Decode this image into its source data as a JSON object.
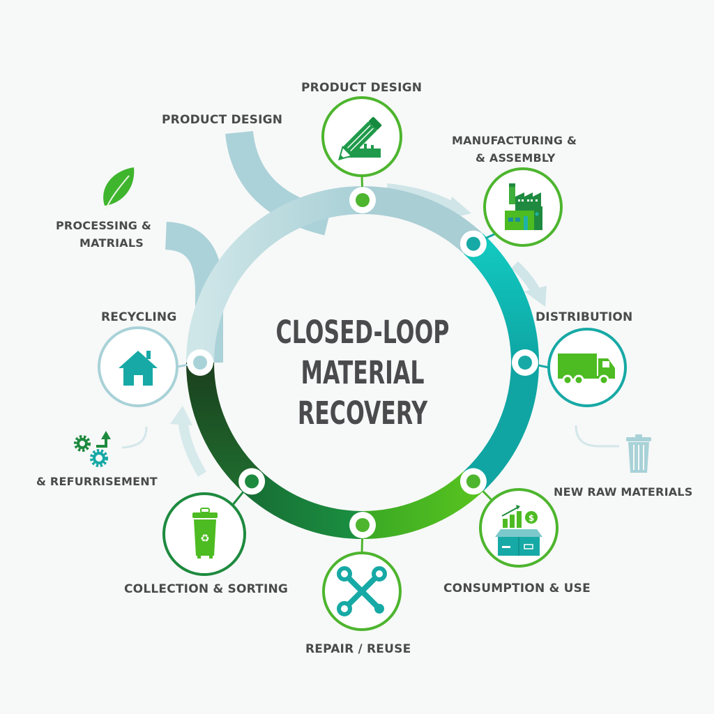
{
  "title": {
    "lines": [
      "CLOSED-LOOP",
      "MATERIAL",
      "RECOVERY"
    ]
  },
  "colors": {
    "background": "#f7f8f8",
    "text": "#4a4a4a",
    "ring_light": "#a9d1d6",
    "ring_teal": "#12c6bd",
    "ring_teal_dark": "#0fa8a5",
    "ring_lime": "#4dbb22",
    "ring_green": "#1e8a3f",
    "ring_dark_green": "#1d4d22",
    "node_green": "#4db52e",
    "node_teal": "#17a9a5",
    "node_pale": "#a8d2d7"
  },
  "stages": [
    {
      "id": "product-design",
      "label": "PRODUCT DESIGN",
      "icon": "pencil-ruler-icon"
    },
    {
      "id": "manufacturing",
      "label_lines": [
        "MANUFACTURING &",
        "& ASSEMBLY"
      ],
      "icon": "factory-icon"
    },
    {
      "id": "distribution",
      "label": "DISTRIBUTION",
      "icon": "truck-icon"
    },
    {
      "id": "consumption",
      "label": "CONSUMPTION & USE",
      "icon": "box-growth-icon"
    },
    {
      "id": "repair",
      "label": "REPAIR / REUSE",
      "icon": "wrenches-icon"
    },
    {
      "id": "collection",
      "label": "COLLECTION & SORTING",
      "icon": "recycle-bin-icon"
    },
    {
      "id": "recycling",
      "label": "RECYCLING",
      "icon": "house-icon"
    }
  ],
  "side_labels": {
    "product_design_left": "PRODUCT DESIGN",
    "processing_lines": [
      "PROCESSING &",
      "MATRIALS"
    ],
    "refurbishment": "& REFURRISEMENT",
    "new_raw_materials": "NEW RAW MATERIALS"
  },
  "side_icons": {
    "leaf": "leaf-icon",
    "gears": "gears-icon",
    "trash": "trash-can-icon"
  }
}
